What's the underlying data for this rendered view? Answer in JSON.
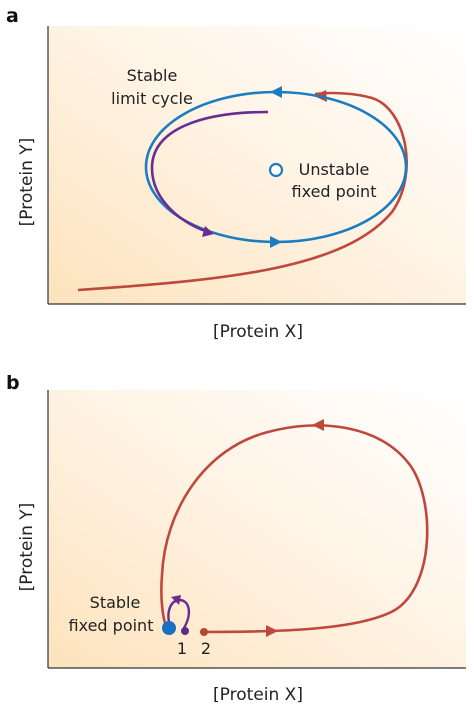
{
  "panel_a": {
    "letter": "a",
    "x_label": "[Protein X]",
    "y_label": "[Protein Y]",
    "annotations": {
      "limit_cycle_line1": "Stable",
      "limit_cycle_line2": "limit cycle",
      "fixed_point_line1": "Unstable",
      "fixed_point_line2": "fixed point"
    }
  },
  "panel_b": {
    "letter": "b",
    "x_label": "[Protein X]",
    "y_label": "[Protein Y]",
    "annotations": {
      "fixed_point_line1": "Stable",
      "fixed_point_line2": "fixed point",
      "point_1": "1",
      "point_2": "2"
    }
  },
  "colors": {
    "limit_cycle": "#1b7dc0",
    "red_trajectory": "#c0473b",
    "purple_trajectory": "#6a2c91",
    "stable_point": "#1a6fc4",
    "purple_point": "#5b2a86",
    "red_point": "#b8453a",
    "background_warm": "#fde3bd"
  }
}
